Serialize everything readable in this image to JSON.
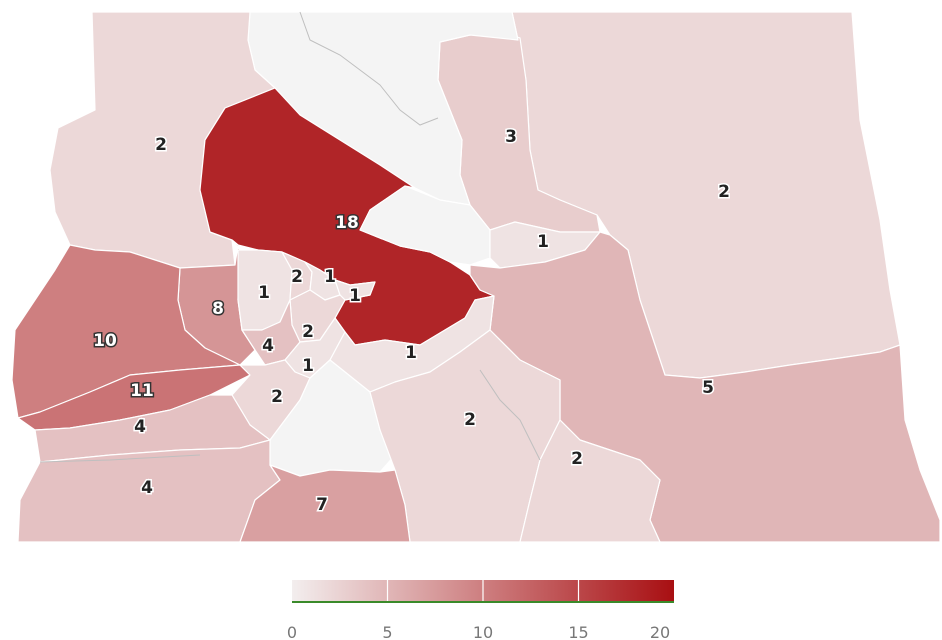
{
  "map": {
    "regions": [
      {
        "id": "north-west",
        "value": 2,
        "label": "2"
      },
      {
        "id": "north-central-blank",
        "value": 0,
        "label": ""
      },
      {
        "id": "north-narrow",
        "value": 3,
        "label": "3"
      },
      {
        "id": "north-east",
        "value": 2,
        "label": "2"
      },
      {
        "id": "central-large-dark",
        "value": 18,
        "label": "18"
      },
      {
        "id": "lake-blank",
        "value": 0,
        "label": ""
      },
      {
        "id": "east-small",
        "value": 1,
        "label": "1"
      },
      {
        "id": "west-8",
        "value": 8,
        "label": "8"
      },
      {
        "id": "central-1a",
        "value": 1,
        "label": "1"
      },
      {
        "id": "central-2a",
        "value": 2,
        "label": "2"
      },
      {
        "id": "central-1b",
        "value": 1,
        "label": "1"
      },
      {
        "id": "central-1c",
        "value": 1,
        "label": "1"
      },
      {
        "id": "west-10",
        "value": 10,
        "label": "10"
      },
      {
        "id": "central-2b",
        "value": 2,
        "label": "2"
      },
      {
        "id": "central-4",
        "value": 4,
        "label": "4"
      },
      {
        "id": "central-1d",
        "value": 1,
        "label": "1"
      },
      {
        "id": "central-1e",
        "value": 1,
        "label": "1"
      },
      {
        "id": "south-west-11",
        "value": 11,
        "label": "11"
      },
      {
        "id": "south-central-2",
        "value": 2,
        "label": "2"
      },
      {
        "id": "central-south-blank",
        "value": 0,
        "label": ""
      },
      {
        "id": "east-5",
        "value": 5,
        "label": "5"
      },
      {
        "id": "south-west-4a",
        "value": 4,
        "label": "4"
      },
      {
        "id": "south-2a",
        "value": 2,
        "label": "2"
      },
      {
        "id": "south-2b",
        "value": 2,
        "label": "2"
      },
      {
        "id": "south-west-4b",
        "value": 4,
        "label": "4"
      },
      {
        "id": "south-7",
        "value": 7,
        "label": "7"
      }
    ]
  },
  "legend": {
    "min": 0,
    "max": 20,
    "ticks": [
      "0",
      "5",
      "10",
      "15",
      "20"
    ],
    "color_low": "#f3eeee",
    "color_high": "#a80f12",
    "baseline_color": "#3a8a2a"
  }
}
